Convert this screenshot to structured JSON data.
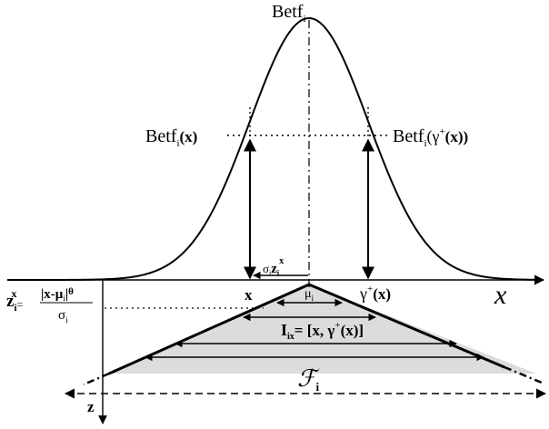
{
  "labels": {
    "betf_top": "Betf",
    "betf_top_sub": "i",
    "betf_x": "Betf",
    "betf_x_sub": "i",
    "betf_x_arg": "(x)",
    "betf_gamma": "Betf",
    "betf_gamma_sub": "i",
    "betf_gamma_arg": "(γ",
    "betf_gamma_sup": "+",
    "betf_gamma_tail": "(x))",
    "x_point": "x",
    "mu": "μ",
    "mu_sub": "i",
    "gamma_point": "γ",
    "gamma_sup": "+",
    "gamma_arg": "(x)",
    "sigma_z": "σ",
    "sigma_z_sub": "i",
    "sigma_z_z": "z",
    "sigma_z_zsub": "i",
    "sigma_z_sup": "x",
    "x_axis": "x",
    "z_axis": "z",
    "z_def_lhs": "z",
    "z_def_lhs_sub": "i",
    "z_def_lhs_sup": "x",
    "z_def_eq": "=",
    "z_def_num": "|x-μ",
    "z_def_num_sub": "i",
    "z_def_num_tail": "|",
    "z_def_num_sup": "θ",
    "z_def_den": "σ",
    "z_def_den_sub": "i",
    "interval_lhs": "I",
    "interval_lhs_sub": "ix",
    "interval_eq": "= [x, γ",
    "interval_sup": "+",
    "interval_tail": "(x)]",
    "fuzzy": "ℱ",
    "fuzzy_sub": "i"
  }
}
